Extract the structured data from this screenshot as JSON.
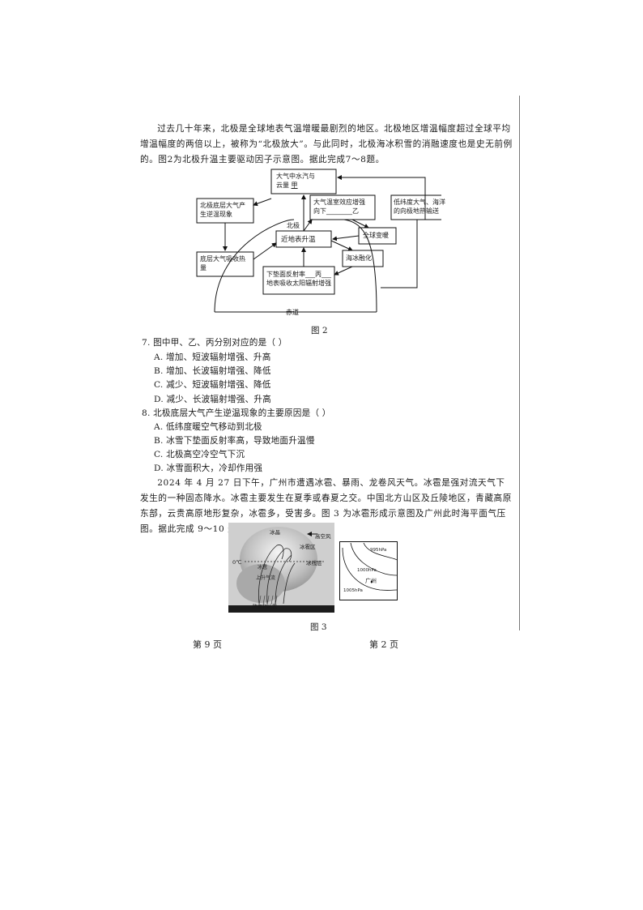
{
  "passage1": "过去几十年来，北极是全球地表气温增暖最剧烈的地区。北极地区增温幅度超过全球平均增温幅度的两倍以上，被称为“北极放大”。与此同时，北极海冰积雪的消融速度也是史无前例的。图2为北极升温主要驱动因子示意图。据此完成7～8题。",
  "fig2": {
    "caption": "图 2",
    "boxes": {
      "vapor_line1": "大气中水汽与",
      "vapor_line2": "云量",
      "vapor_blank": "甲",
      "inversion_line1": "北极底层大气产",
      "inversion_line2": "生逆温现象",
      "greenhouse_line1": "大气温室效应增强",
      "greenhouse_line2": "向下",
      "greenhouse_blank": "乙",
      "lowlat_line1": "低纬度大气、海洋",
      "lowlat_line2": "的向极地热输送",
      "beiji": "北极",
      "warming": "近地表升温",
      "global": "全球变暖",
      "absorb_line1": "底层大气吸收热",
      "absorb_line2": "量",
      "seaice": "海冰融化",
      "surface_line1": "下垫面反射率",
      "surface_blank": "丙",
      "surface_line2": "地表吸收太阳辐射增强",
      "equator": "赤道"
    }
  },
  "q7": {
    "stem": "7.  图中甲、乙、丙分别对应的是（        ）",
    "options": [
      "A.  增加、短波辐射增强、升高",
      "B.  增加、长波辐射增强、降低",
      "C.  减少、短波辐射增强、降低",
      "D.  减少、长波辐射增强、升高"
    ]
  },
  "q8": {
    "stem": "8.  北极底层大气产生逆温现象的主要原因是（        ）",
    "options": [
      "A.  低纬度暖空气移动到北极",
      "B.  冰雪下垫面反射率高，导致地面升温慢",
      "C.  北极高空冷空气下沉",
      "D.  冰雪面积大，冷却作用强"
    ]
  },
  "passage2": "2024 年 4 月 27 日下午，广州市遭遇冰雹、暴雨、龙卷风天气。冰雹是强对流天气下发生的一种固态降水。冰雹主要发生在夏季或春夏之交。中国北方山区及丘陵地区，青藏高原东部，云贵高原地形复杂，冰雹多，受害多。图 3 为冰雹形成示意图及广州此时海平面气压图。据此完成 9～10 题。",
  "fig3": {
    "caption": "图 3",
    "labels": {
      "ice_crystal": "冰晶",
      "upper_wind": "高空风",
      "hail_zone": "冰雹区",
      "zero": "0℃",
      "ice_line": "冰线层",
      "hail": "冰雹",
      "updraft": "上升气流",
      "rain": "降雨和冰雹"
    },
    "isobars": [
      "995hPa",
      "1000hPa",
      "1005hPa"
    ],
    "city": "广州"
  },
  "footer": {
    "left": "第 9 页",
    "right": "第 2 页"
  }
}
